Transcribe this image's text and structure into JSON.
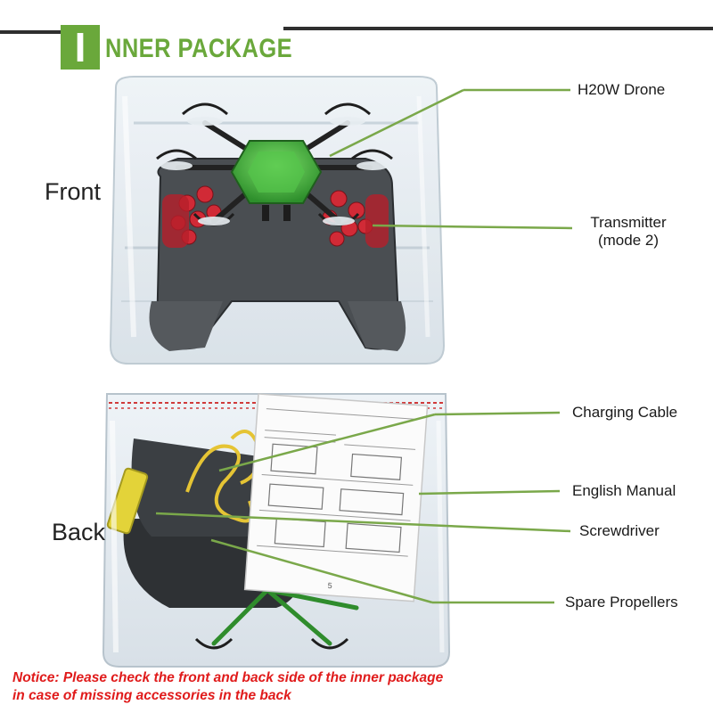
{
  "header": {
    "badge_letter": "I",
    "title": "NNER PACKAGE",
    "accent": "#6aa83b"
  },
  "sides": {
    "front": "Front",
    "back": "Back"
  },
  "callouts": [
    {
      "id": "drone",
      "label": "H20W Drone"
    },
    {
      "id": "transmitter",
      "line1": "Transmitter",
      "line2": "(mode 2)"
    },
    {
      "id": "cable",
      "label": "Charging Cable"
    },
    {
      "id": "manual",
      "label": "English Manual"
    },
    {
      "id": "screwdriver",
      "label": "Screwdriver"
    },
    {
      "id": "propellers",
      "label": "Spare Propellers"
    }
  ],
  "manual_page_number": "5",
  "notice": {
    "line1": "Notice: Please check the front and back side of the inner package",
    "line2": "in case of missing accessories in the back",
    "color": "#e01b1b"
  },
  "colors": {
    "drone_green": "#3fae3a",
    "pointer_green": "#7aa84a",
    "packaging": "#dfe7ee"
  }
}
